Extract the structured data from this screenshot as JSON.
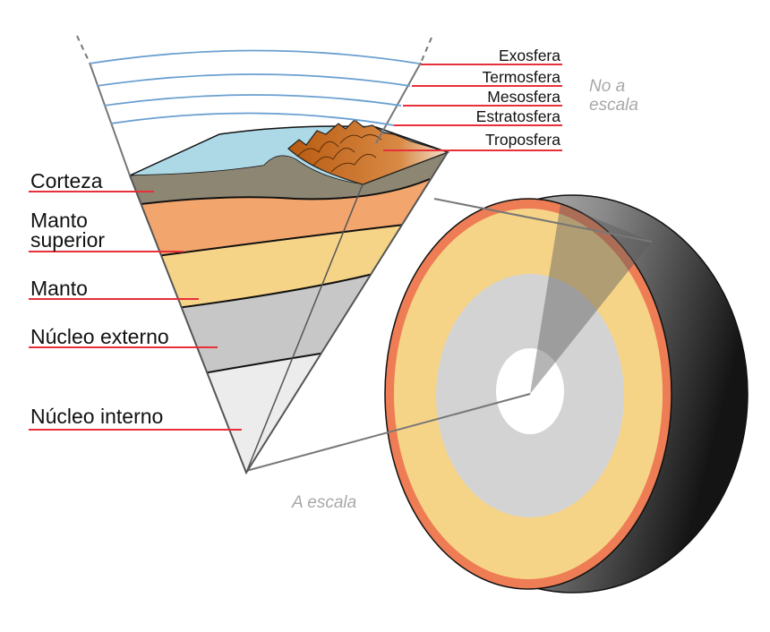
{
  "colors": {
    "leader_red": "#e8303a",
    "atmosphere_blue": "#6a9fd0",
    "ocean": "#add8e6",
    "crust": "#8c8673",
    "upper_mantle": "#f2a56c",
    "mantle": "#f6d487",
    "outer_core": "#c7c7c7",
    "inner_core": "#ececec",
    "mountain": "#c8691f",
    "note_gray": "#a8a8a8"
  },
  "atmosphere_labels": [
    "Exosfera",
    "Termosfera",
    "Mesosfera",
    "Estratosfera",
    "Troposfera"
  ],
  "note_not_to_scale": [
    "No a",
    "escala"
  ],
  "layer_labels": {
    "corteza": "Corteza",
    "manto_superior": [
      "Manto",
      "superior"
    ],
    "manto": "Manto",
    "nucleo_externo": "Núcleo externo",
    "nucleo_interno": "Núcleo interno"
  },
  "note_to_scale": "A escala"
}
